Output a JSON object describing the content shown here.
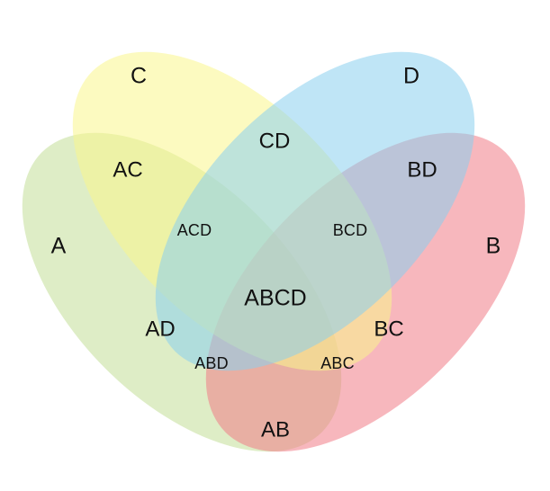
{
  "sets": [
    {
      "id": "A",
      "label": "A",
      "color": "#c9e2a3"
    },
    {
      "id": "B",
      "label": "B",
      "color": "#f07c86"
    },
    {
      "id": "C",
      "label": "C",
      "color": "#f9f58d"
    },
    {
      "id": "D",
      "label": "D",
      "color": "#8bd0ef"
    }
  ],
  "regions": {
    "A": "A",
    "B": "B",
    "C": "C",
    "D": "D",
    "AB": "AB",
    "AC": "AC",
    "AD": "AD",
    "BC": "BC",
    "BD": "BD",
    "CD": "CD",
    "ABC": "ABC",
    "ABD": "ABD",
    "ACD": "ACD",
    "BCD": "BCD",
    "ABCD": "ABCD"
  }
}
